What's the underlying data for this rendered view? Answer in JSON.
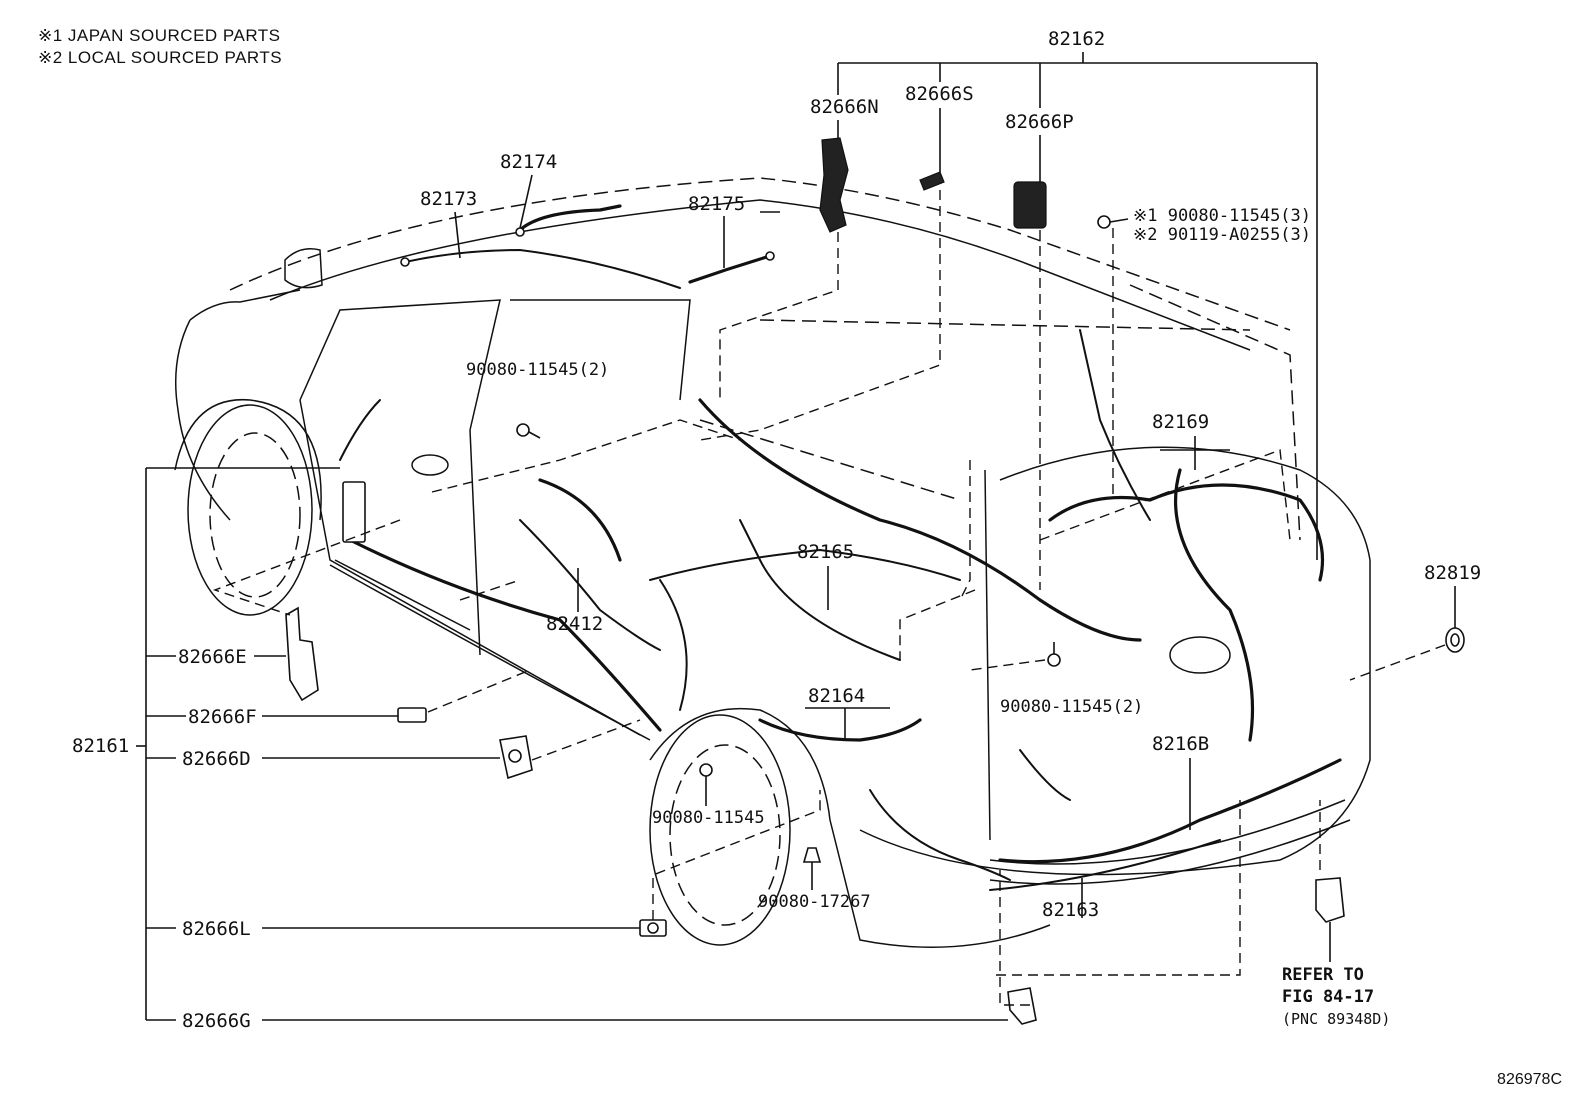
{
  "notes": {
    "japan": "※1 JAPAN SOURCED PARTS",
    "local": "※2 LOCAL SOURCED PARTS"
  },
  "diagram_code": "826978C",
  "parts": {
    "p82162": "82162",
    "p82666N": "82666N",
    "p82666S": "82666S",
    "p82666P": "82666P",
    "p82174": "82174",
    "p82173": "82173",
    "p82175": "82175",
    "bolt_japan": "※1 90080-11545(3)",
    "bolt_local": "※2 90119-A0255(3)",
    "bolt_a": "90080-11545(2)",
    "p82169": "82169",
    "p82165": "82165",
    "p82412": "82412",
    "p82819": "82819",
    "bolt_b": "90080-11545(2)",
    "p82164": "82164",
    "p8216B": "8216B",
    "bolt_c": "90080-11545",
    "bolt_d": "90080-17267",
    "p82163": "82163",
    "p82161": "82161",
    "p82666E": "82666E",
    "p82666F": "82666F",
    "p82666D": "82666D",
    "p82666L": "82666L",
    "p82666G": "82666G"
  },
  "reference": {
    "line1": "REFER TO",
    "line2": "FIG 84-17",
    "line3": "(PNC 89348D)"
  }
}
